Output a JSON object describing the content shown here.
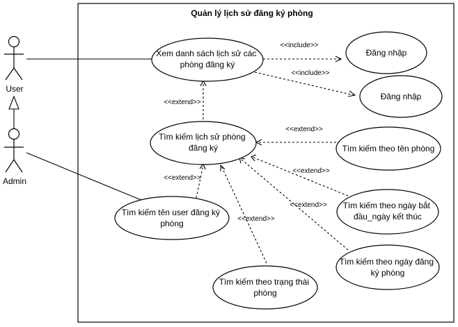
{
  "system": {
    "title": "Quản lý lịch sử đăng ký phòng"
  },
  "actors": {
    "user": {
      "name": "User"
    },
    "admin": {
      "name": "Admin"
    }
  },
  "use_cases": {
    "xem_ds": {
      "lines": [
        "Xem danh sách lịch sử các",
        "phòng đăng ký"
      ]
    },
    "dang_nhap_1": {
      "lines": [
        "Đăng nhập"
      ]
    },
    "dang_nhap_2": {
      "lines": [
        "Đăng nhập"
      ]
    },
    "tim_kiem_ls": {
      "lines": [
        "Tìm kiếm lịch sử phòng",
        "đăng ký"
      ]
    },
    "tk_ten_phong": {
      "lines": [
        "Tìm kiếm theo tên phòng"
      ]
    },
    "tk_ngay_bd": {
      "lines": [
        "Tìm kiếm theo ngày bắt",
        "đầu_ngày kết thúc"
      ]
    },
    "tk_ngay_dk": {
      "lines": [
        "Tìm kiếm theo ngày đăng",
        "ký phòng"
      ]
    },
    "tk_user": {
      "lines": [
        "Tìm kiếm tên user đăng ký",
        "phòng"
      ]
    },
    "tk_trang_thai": {
      "lines": [
        "Tìm kiếm theo trạng thái",
        "phòng"
      ]
    }
  },
  "relations": {
    "include_label": "<<include>>",
    "extend_label": "<<extend>>"
  }
}
